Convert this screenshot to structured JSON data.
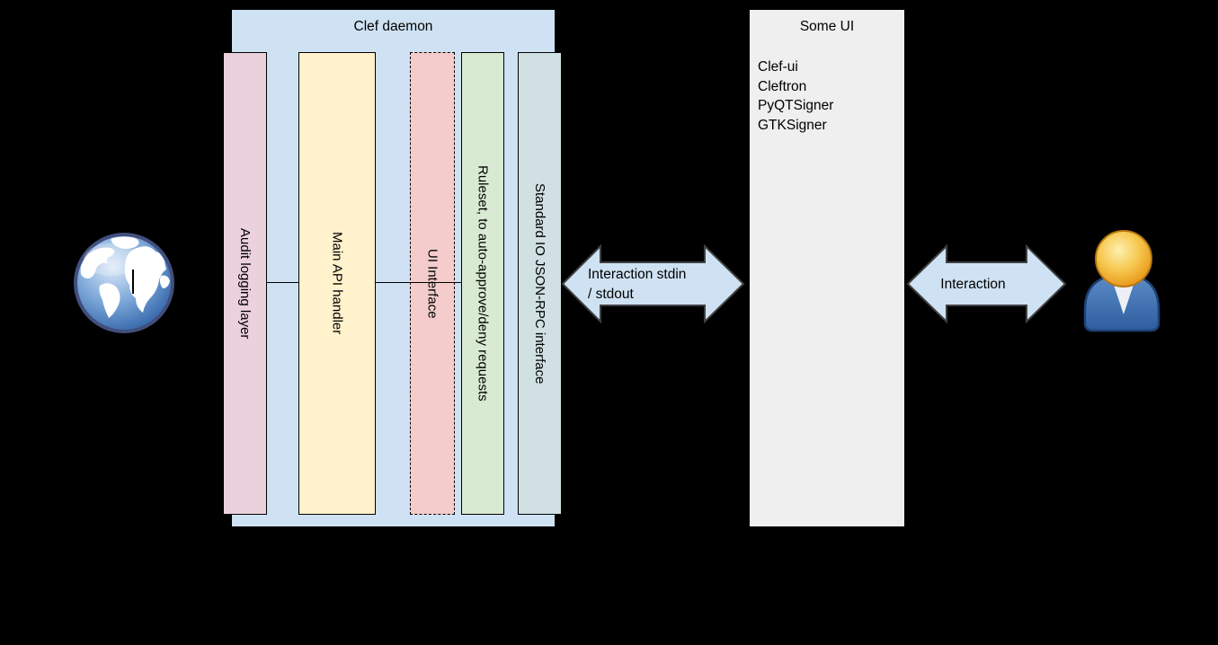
{
  "canvas": {
    "background": "#000000"
  },
  "daemon": {
    "title": "Clef daemon",
    "fill": "#cfe2f3",
    "layers": [
      {
        "label": "Audit logging layer",
        "fill": "#ead1dc",
        "border_style": "solid"
      },
      {
        "label": "Main API handler",
        "fill": "#fff2cc",
        "border_style": "solid"
      },
      {
        "label": "UI Interface",
        "fill": "#f4cccc",
        "border_style": "dashed"
      },
      {
        "label": "Ruleset, to auto-approve/deny requests",
        "fill": "#d9ead3",
        "border_style": "solid"
      },
      {
        "label": "Standard IO JSON-RPC interface",
        "fill": "#d0e0e3",
        "border_style": "solid"
      }
    ]
  },
  "some_ui": {
    "title": "Some UI",
    "fill": "#efefef",
    "items": [
      "Clef-ui",
      "Cleftron",
      "PyQTSigner",
      "GTKSigner"
    ]
  },
  "arrows": {
    "fill": "#cfe2f3",
    "stroke": "#404040",
    "left": {
      "label_line1": "Interaction stdin",
      "label_line2": "/ stdout"
    },
    "right": {
      "label": "Interaction"
    }
  },
  "icons": {
    "globe": "globe-icon",
    "user": "user-icon"
  }
}
